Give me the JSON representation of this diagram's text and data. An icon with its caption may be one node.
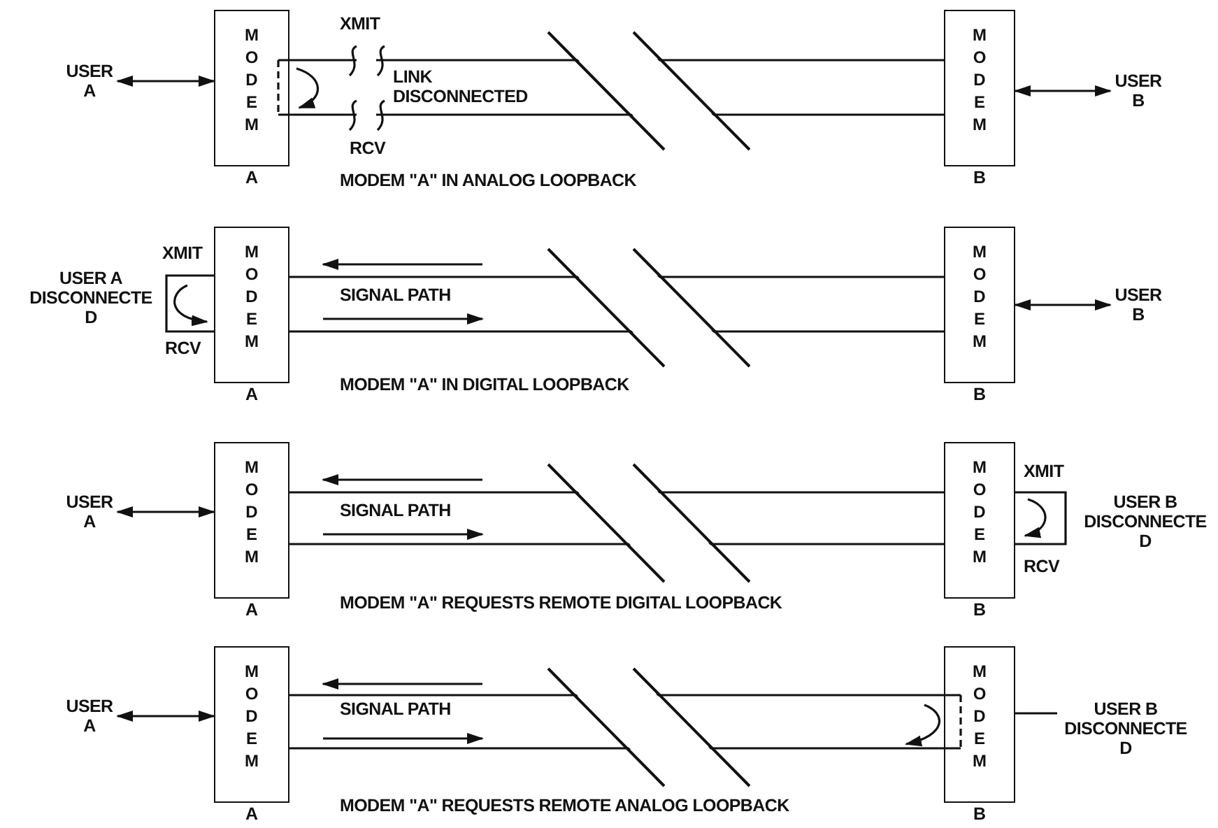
{
  "diagram": {
    "nodes": [
      {
        "text": [
          "USER A"
        ]
      },
      {
        "text": [
          "MODEM"
        ],
        "beside": [
          "A"
        ]
      },
      {
        "text": [
          "MODEM"
        ],
        "beside": [
          "B"
        ]
      },
      {
        "text": [
          "USER B"
        ]
      },
      {
        "text": [
          "USER A DISCONNECTE D"
        ]
      },
      {
        "text": [
          "MODEM"
        ],
        "beside": [
          "A"
        ]
      },
      {
        "text": [
          "MODEM"
        ],
        "beside": [
          "B"
        ]
      },
      {
        "text": [
          "USER B"
        ]
      },
      {
        "text": [
          "USER A"
        ]
      },
      {
        "text": [
          "MODEM"
        ],
        "beside": [
          "A"
        ]
      },
      {
        "text": [
          "MODEM"
        ],
        "beside": [
          "B"
        ]
      },
      {
        "text": [
          "USER B DISCONNECTE D"
        ]
      },
      {
        "text": [
          "USER A"
        ]
      },
      {
        "text": [
          "MODEM"
        ],
        "beside": [
          "A"
        ]
      },
      {
        "text": [
          "MODEM"
        ],
        "beside": [
          "B"
        ]
      },
      {
        "text": [
          "USER B DISCONNECTE D"
        ]
      }
    ],
    "edges": [
      {
        "from": 0,
        "to": 1,
        "arrow": "both"
      },
      {
        "from": 1,
        "to": 2,
        "arrow": "none"
      },
      {
        "from": 1,
        "to": 2,
        "arrow": "none"
      },
      {
        "from": 2,
        "to": 3,
        "arrow": "both"
      },
      {
        "from": 5,
        "to": 6,
        "arrow": "none"
      },
      {
        "from": 5,
        "to": 6,
        "arrow": "none"
      },
      {
        "from": 6,
        "to": 7,
        "arrow": "both"
      },
      {
        "from": 8,
        "to": 9,
        "arrow": "both"
      },
      {
        "from": 9,
        "to": 10,
        "arrow": "none"
      },
      {
        "from": 9,
        "to": 10,
        "arrow": "none"
      },
      {
        "from": 12,
        "to": 13,
        "arrow": "both"
      },
      {
        "from": 13,
        "to": 14,
        "arrow": "none"
      },
      {
        "from": 13,
        "to": 14,
        "arrow": "none"
      },
      {
        "from": 14,
        "to": 15,
        "arrow": "none"
      }
    ],
    "labels": [
      "XMIT",
      "LINK DISCONNECTED",
      "RCV",
      "MODEM \"A\" IN ANALOG LOOPBACK",
      "XMIT",
      "SIGNAL PATH",
      "RCV",
      "MODEM \"A\" IN DIGITAL LOOPBACK",
      "SIGNAL PATH",
      "XMIT",
      "RCV",
      "MODEM \"A\" REQUESTS REMOTE DIGITAL LOOPBACK",
      "SIGNAL PATH",
      "MODEM \"A\" REQUESTS REMOTE ANALOG LOOPBACK"
    ]
  }
}
